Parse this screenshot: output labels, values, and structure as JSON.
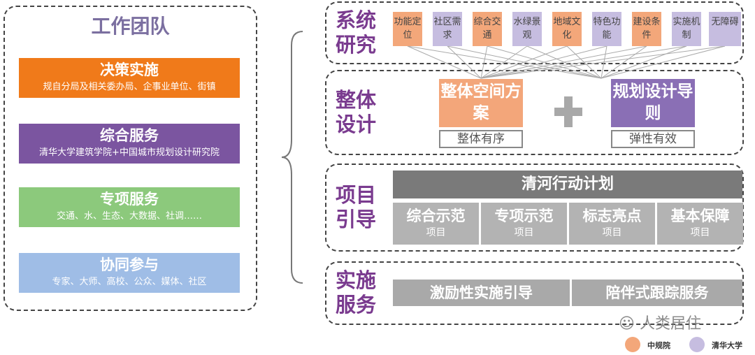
{
  "team": {
    "title": "工作团队",
    "groups": [
      {
        "title": "决策实施",
        "desc": "规自分局及相关委办局、企事业单位、街镇",
        "color": "#f07a1a"
      },
      {
        "title": "综合服务",
        "desc": "清华大学建筑学院+中国城市规划设计研究院",
        "color": "#7b55a0"
      },
      {
        "title": "专项服务",
        "desc": "交通、水、生态、大数据、社调……",
        "color": "#8cc97c"
      },
      {
        "title": "协同参与",
        "desc": "专家、大师、高校、公众、媒体、社区",
        "color": "#9fbde6"
      }
    ]
  },
  "sections": {
    "research": {
      "label": "系统研究",
      "items": [
        {
          "text": "功能定位",
          "org": "orange"
        },
        {
          "text": "社区需求",
          "org": "purple"
        },
        {
          "text": "综合交通",
          "org": "orange"
        },
        {
          "text": "水绿景观",
          "org": "purple"
        },
        {
          "text": "地域文化",
          "org": "orange"
        },
        {
          "text": "特色功能",
          "org": "purple"
        },
        {
          "text": "建设条件",
          "org": "orange"
        },
        {
          "text": "实施机制",
          "org": "purple"
        },
        {
          "text": "无障碍",
          "org": "purple"
        }
      ]
    },
    "design": {
      "label": "整体设计",
      "left": {
        "title": "整体空间方案",
        "sub": "整体有序"
      },
      "plus": "+",
      "right": {
        "title": "规划设计导则",
        "sub": "弹性有效"
      }
    },
    "project": {
      "label": "项目引导",
      "header": "清河行动计划",
      "cells": [
        {
          "title": "综合示范",
          "sub": "项目"
        },
        {
          "title": "专项示范",
          "sub": "项目"
        },
        {
          "title": "标志亮点",
          "sub": "项目"
        },
        {
          "title": "基本保障",
          "sub": "项目"
        }
      ]
    },
    "implement": {
      "label": "实施服务",
      "items": [
        "激励性实施引导",
        "陪伴式跟踪服务"
      ]
    }
  },
  "watermark": "人类居住",
  "legend": [
    {
      "label": "中规院",
      "color": "#f3a77a"
    },
    {
      "label": "清华大学",
      "color": "#c6bde0"
    }
  ]
}
